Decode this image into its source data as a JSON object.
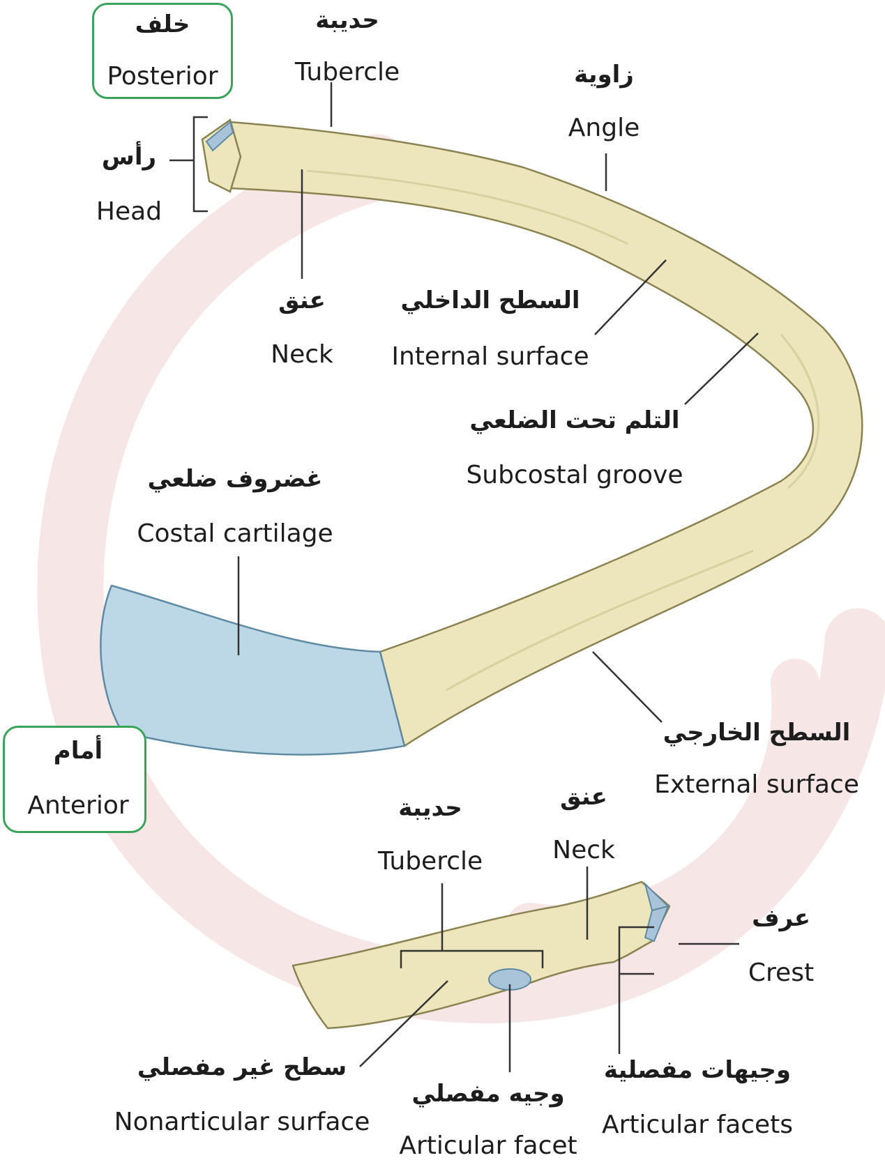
{
  "colors": {
    "bone": "#ede6bd",
    "bone_shade": "#d9d0a0",
    "bone_outline": "#8a8250",
    "cartilage": "#bcd8e6",
    "cartilage_outline": "#5f8aa3",
    "facet": "#a9c4d8",
    "frame": "#3aa35a",
    "watermark": "#f6e6e6",
    "leader": "#333333"
  },
  "orientation": {
    "posterior": {
      "ar": "خلف",
      "en": "Posterior"
    },
    "anterior": {
      "ar": "أمام",
      "en": "Anterior"
    }
  },
  "top_labels": {
    "tubercle": {
      "ar": "حديبة",
      "en": "Tubercle"
    },
    "angle": {
      "ar": "زاوية",
      "en": "Angle"
    },
    "head": {
      "ar": "رأس",
      "en": "Head"
    },
    "neck": {
      "ar": "عنق",
      "en": "Neck"
    },
    "internal_surface": {
      "ar": "السطح الداخلي",
      "en": "Internal surface"
    },
    "subcostal_groove": {
      "ar": "التلم تحت الضلعي",
      "en": "Subcostal groove"
    },
    "costal_cartilage": {
      "ar": "غضروف ضلعي",
      "en": "Costal cartilage"
    },
    "external_surface": {
      "ar": "السطح الخارجي",
      "en": "External surface"
    }
  },
  "bottom_labels": {
    "tubercle": {
      "ar": "حديبة",
      "en": "Tubercle"
    },
    "neck": {
      "ar": "عنق",
      "en": "Neck"
    },
    "crest": {
      "ar": "عرف",
      "en": "Crest"
    },
    "nonarticular_surface": {
      "ar": "سطح غير مفصلي",
      "en": "Nonarticular surface"
    },
    "articular_facet": {
      "ar": "وجيه مفصلي",
      "en": "Articular facet"
    },
    "articular_facets": {
      "ar": "وجيهات مفصلية",
      "en": "Articular facets"
    }
  }
}
